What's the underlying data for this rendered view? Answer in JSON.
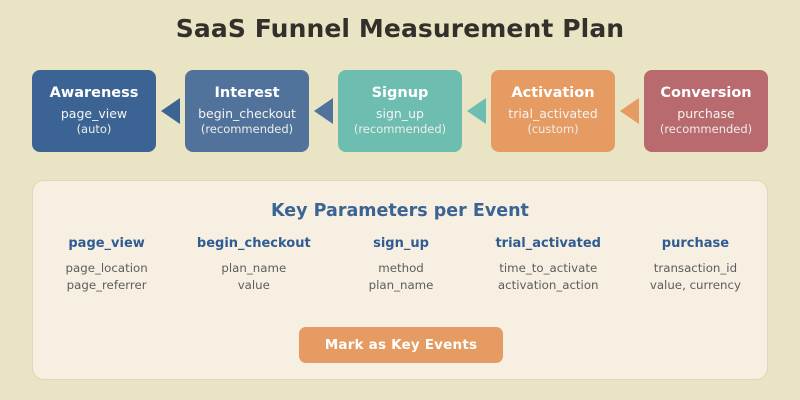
{
  "title": "SaaS Funnel Measurement Plan",
  "colors": {
    "background": "#e9e4c3",
    "panel": "#f7efe2",
    "panel_border": "#ded8bd",
    "heading_blue": "#3b6494",
    "cta": "#e59b62",
    "title_text": "#33302b"
  },
  "funnel": {
    "stages": [
      {
        "name": "Awareness",
        "event": "page_view",
        "tag": "(auto)",
        "color": "#3b6494"
      },
      {
        "name": "Interest",
        "event": "begin_checkout",
        "tag": "(recommended)",
        "color": "#51739b"
      },
      {
        "name": "Signup",
        "event": "sign_up",
        "tag": "(recommended)",
        "color": "#6dbdb0"
      },
      {
        "name": "Activation",
        "event": "trial_activated",
        "tag": "(custom)",
        "color": "#e59b62"
      },
      {
        "name": "Conversion",
        "event": "purchase",
        "tag": "(recommended)",
        "color": "#b86a6e"
      }
    ],
    "arrows": [
      {
        "direction": "left",
        "color": "#3b6494"
      },
      {
        "direction": "left",
        "color": "#51739b"
      },
      {
        "direction": "left",
        "color": "#6dbdb0"
      },
      {
        "direction": "left",
        "color": "#e59b62"
      }
    ]
  },
  "panel": {
    "title": "Key Parameters per Event",
    "columns": [
      {
        "event": "page_view",
        "params": [
          "page_location",
          "page_referrer"
        ]
      },
      {
        "event": "begin_checkout",
        "params": [
          "plan_name",
          "value"
        ]
      },
      {
        "event": "sign_up",
        "params": [
          "method",
          "plan_name"
        ]
      },
      {
        "event": "trial_activated",
        "params": [
          "time_to_activate",
          "activation_action"
        ]
      },
      {
        "event": "purchase",
        "params": [
          "transaction_id",
          "value, currency"
        ]
      }
    ],
    "cta_label": "Mark as Key Events"
  }
}
